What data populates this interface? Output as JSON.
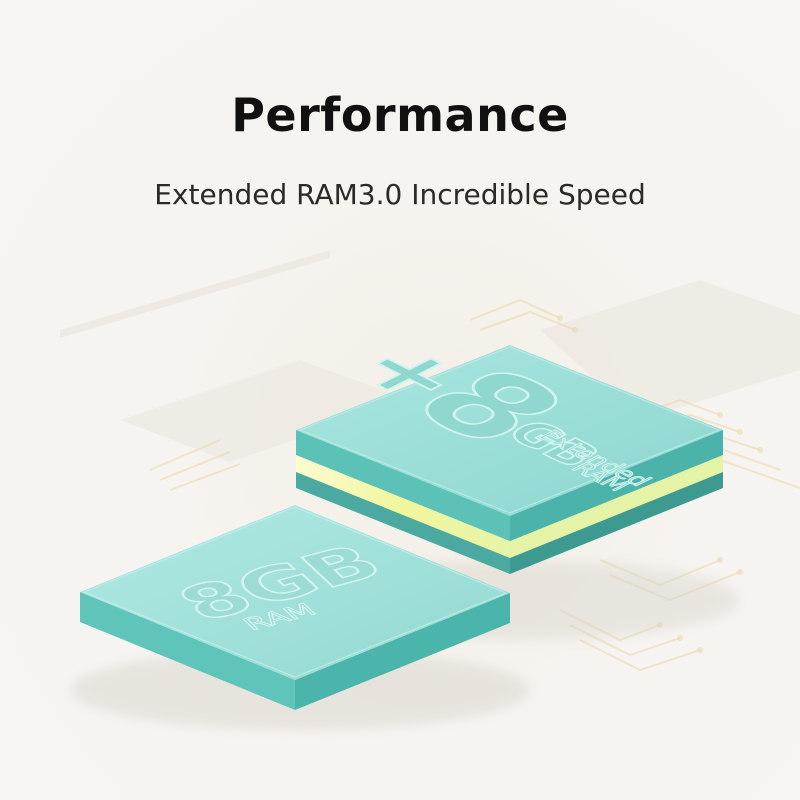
{
  "header": {
    "title": "Performance",
    "subtitle": "Extended RAM3.0 Incredible Speed"
  },
  "chip_extended": {
    "plus": "+",
    "digit": "8",
    "unit": "GB",
    "label_line1": "Extended",
    "label_line2": "RAM"
  },
  "chip_ram": {
    "amount": "8GB",
    "label": "RAM"
  },
  "colors": {
    "chip_top": "#9fe0da",
    "chip_side": "#4fbdb3",
    "glow": "#f3f7a8",
    "background": "#f6f4f0"
  }
}
